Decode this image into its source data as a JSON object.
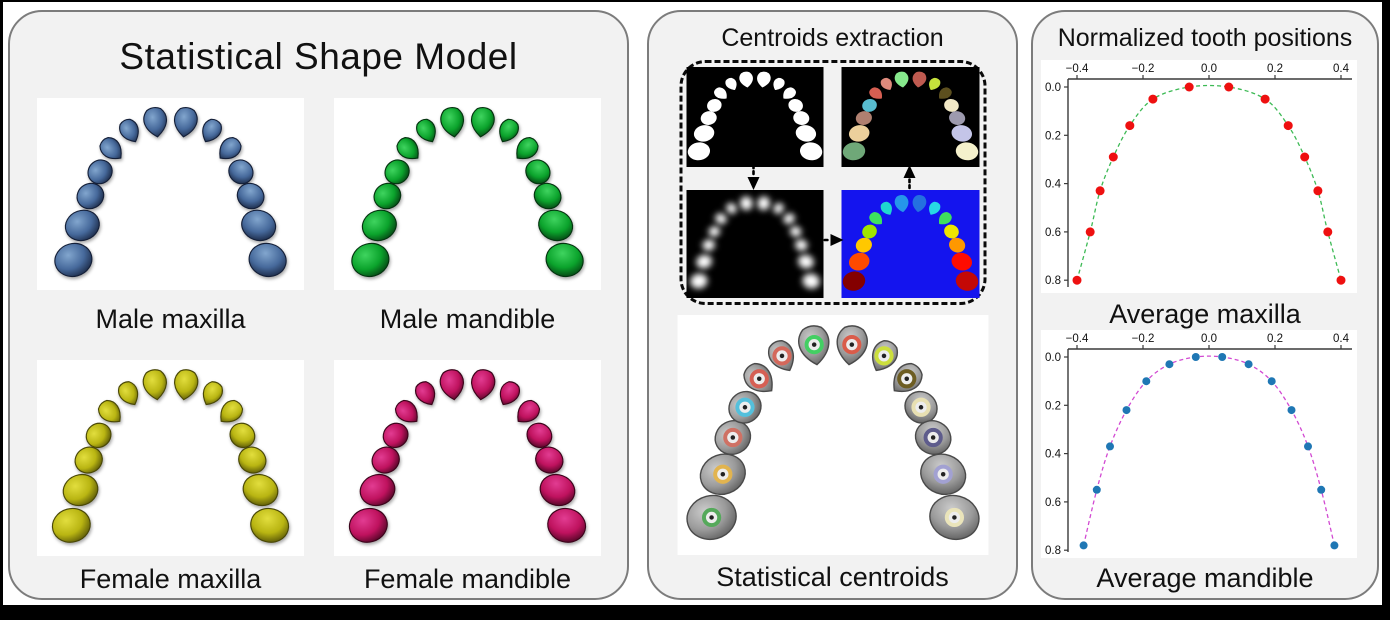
{
  "figure": {
    "canvas_bg": "#ffffff",
    "frame_color": "#000000",
    "panel_bg": "#f2f2f2",
    "panel_border_color": "#7c7c7c"
  },
  "left_panel": {
    "title": "Statistical Shape Model",
    "models": [
      {
        "label": "Male maxilla",
        "light": "#82a6ce",
        "base": "#46699b",
        "dark": "#141f38"
      },
      {
        "label": "Male mandible",
        "light": "#3fd45f",
        "base": "#0ba32c",
        "dark": "#04330f"
      },
      {
        "label": "Female maxilla",
        "light": "#e2de3e",
        "base": "#b9b512",
        "dark": "#4a4806"
      },
      {
        "label": "Female mandible",
        "light": "#e23c92",
        "base": "#bf125e",
        "dark": "#3c041b"
      }
    ]
  },
  "middle_panel": {
    "title": "Centroids extraction",
    "caption": "Statistical centroids",
    "pipeline": {
      "binary_mask": {
        "bg": "#000000",
        "tooth_color": "#ffffff"
      },
      "gaussian_map": {
        "bg": "#000000",
        "blob_color": "#ffffff"
      },
      "segmentation": {
        "bg": "#000000",
        "tooth_colors": [
          "#6fa878",
          "#ecd09c",
          "#b08070",
          "#58bccf",
          "#d65f52",
          "#df8a7c",
          "#86e88c",
          "#bf5a50",
          "#c6e23c",
          "#5c4f1e",
          "#f2e9c6",
          "#9d9aae",
          "#c4c5e8",
          "#f5f1cc"
        ]
      },
      "jet_map": {
        "bg": "#1414ee",
        "tooth_colors": [
          "#840000",
          "#fe4a00",
          "#ffc800",
          "#a0e400",
          "#3de35f",
          "#1fd9cf",
          "#2596ea",
          "#2470e0",
          "#27d8e4",
          "#3fe05e",
          "#eee600",
          "#ff9800",
          "#fe0c00",
          "#c40806"
        ]
      },
      "arrow_icons": [
        "arrow-down",
        "arrow-right",
        "arrow-up"
      ]
    },
    "centroids": {
      "tooth_light": "#cccccc",
      "tooth_base": "#9a9a9a",
      "tooth_dark": "#565656",
      "marker_colors": [
        "#55a95b",
        "#e2b44f",
        "#cf7164",
        "#54c0dc",
        "#d55f54",
        "#d4685b",
        "#43cf63",
        "#da5c4a",
        "#ccdf3d",
        "#6d5d22",
        "#e8e0b2",
        "#5e5c8c",
        "#a2a1d2",
        "#eae4ba"
      ]
    }
  },
  "right_panel": {
    "title": "Normalized tooth positions"
  },
  "chart_data": [
    {
      "type": "scatter",
      "title": "Average maxilla",
      "x": [
        -0.4,
        -0.36,
        -0.33,
        -0.29,
        -0.24,
        -0.17,
        -0.06,
        0.06,
        0.17,
        0.24,
        0.29,
        0.33,
        0.36,
        0.4
      ],
      "y": [
        0.8,
        0.6,
        0.43,
        0.29,
        0.16,
        0.05,
        0.0,
        0.0,
        0.05,
        0.16,
        0.29,
        0.43,
        0.6,
        0.8
      ],
      "marker_color": "#ee1010",
      "line_color": "#3dba55",
      "line_style": "dashed",
      "marker_size": 4.5,
      "xticks": [
        "−0.4",
        "−0.2",
        "0.0",
        "0.2",
        "0.4"
      ],
      "yticks": [
        "0.0",
        "0.2",
        "0.4",
        "0.6",
        "0.8"
      ],
      "xlim": [
        -0.43,
        0.43
      ],
      "ylim": [
        0.84,
        -0.03
      ],
      "x_axis_position": "top",
      "y_axis_position": "left",
      "y_inverted": true,
      "grid": false
    },
    {
      "type": "scatter",
      "title": "Average mandible",
      "x": [
        -0.38,
        -0.34,
        -0.3,
        -0.25,
        -0.19,
        -0.12,
        -0.04,
        0.04,
        0.12,
        0.19,
        0.25,
        0.3,
        0.34,
        0.38
      ],
      "y": [
        0.78,
        0.55,
        0.37,
        0.22,
        0.1,
        0.03,
        0.0,
        0.0,
        0.03,
        0.1,
        0.22,
        0.37,
        0.55,
        0.78
      ],
      "marker_color": "#1f77b4",
      "line_color": "#d24ad2",
      "line_style": "dashed",
      "marker_size": 4.0,
      "xticks": [
        "−0.4",
        "−0.2",
        "0.0",
        "0.2",
        "0.4"
      ],
      "yticks": [
        "0.0",
        "0.2",
        "0.4",
        "0.6",
        "0.8"
      ],
      "xlim": [
        -0.43,
        0.43
      ],
      "ylim": [
        0.84,
        -0.03
      ],
      "x_axis_position": "top",
      "y_axis_position": "left",
      "y_inverted": true,
      "grid": false
    }
  ]
}
